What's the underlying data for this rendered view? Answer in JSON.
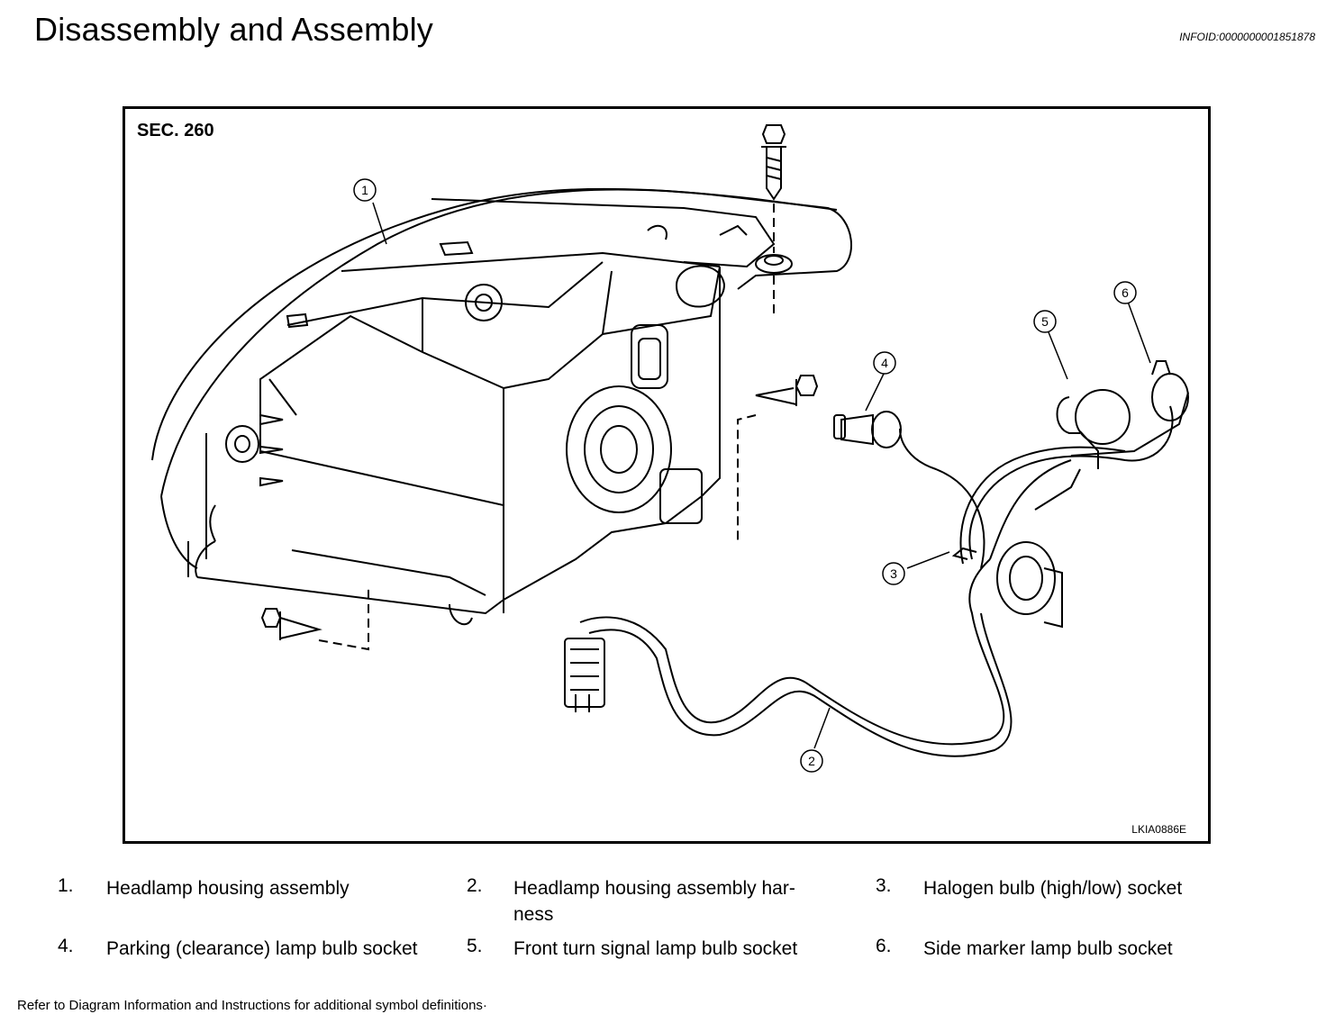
{
  "page": {
    "title": "Disassembly and Assembly",
    "info_id": "INFOID:0000000001851878",
    "footer": "Refer to Diagram Information and Instructions for additional symbol definitions·"
  },
  "figure": {
    "section_label": "SEC. 260",
    "figure_code": "LKIA0886E",
    "callouts": [
      "1",
      "2",
      "3",
      "4",
      "5",
      "6"
    ]
  },
  "legend": [
    {
      "num": "1.",
      "text": "Headlamp housing assembly"
    },
    {
      "num": "2.",
      "text": "Headlamp housing assembly har-\nness"
    },
    {
      "num": "3.",
      "text": "Halogen bulb (high/low) socket"
    },
    {
      "num": "4.",
      "text": "Parking (clearance) lamp bulb socket"
    },
    {
      "num": "5.",
      "text": "Front turn signal lamp bulb socket"
    },
    {
      "num": "6.",
      "text": "Side marker lamp bulb socket"
    }
  ]
}
